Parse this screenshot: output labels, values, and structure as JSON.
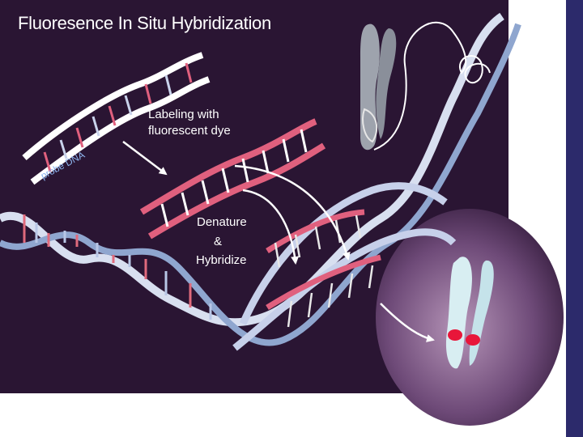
{
  "title": "Fluoresence In Situ Hybridization",
  "labels": {
    "probe": "probe DNA",
    "labeling_line1": "Labeling with",
    "labeling_line2": "fluorescent dye",
    "denature_line1": "Denature",
    "denature_line2": "&",
    "denature_line3": "Hybridize"
  },
  "colors": {
    "background": "#2a1533",
    "accent_bar": "#2c2a6b",
    "probe_strand": "#ffffff",
    "labeled_strand": "#e0607e",
    "target_strand": "#9fb4d6",
    "signal": "#e8163a"
  }
}
